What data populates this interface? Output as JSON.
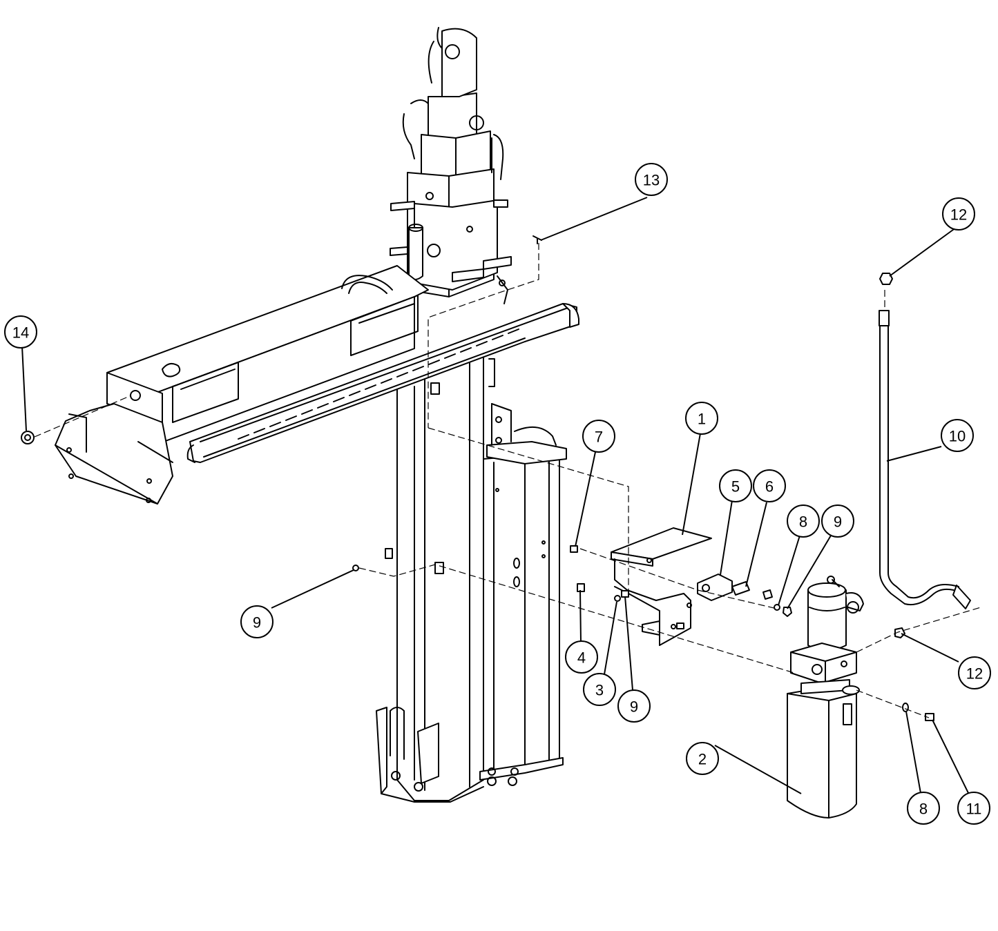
{
  "callouts": [
    {
      "id": "c1",
      "label": "1"
    },
    {
      "id": "c2",
      "label": "2"
    },
    {
      "id": "c3",
      "label": "3"
    },
    {
      "id": "c4",
      "label": "4"
    },
    {
      "id": "c5",
      "label": "5"
    },
    {
      "id": "c6",
      "label": "6"
    },
    {
      "id": "c7",
      "label": "7"
    },
    {
      "id": "c8a",
      "label": "8"
    },
    {
      "id": "c8b",
      "label": "8"
    },
    {
      "id": "c9a",
      "label": "9"
    },
    {
      "id": "c9b",
      "label": "9"
    },
    {
      "id": "c9c",
      "label": "9"
    },
    {
      "id": "c10",
      "label": "10"
    },
    {
      "id": "c11",
      "label": "11"
    },
    {
      "id": "c12a",
      "label": "12"
    },
    {
      "id": "c12b",
      "label": "12"
    },
    {
      "id": "c13",
      "label": "13"
    },
    {
      "id": "c14",
      "label": "14"
    }
  ]
}
